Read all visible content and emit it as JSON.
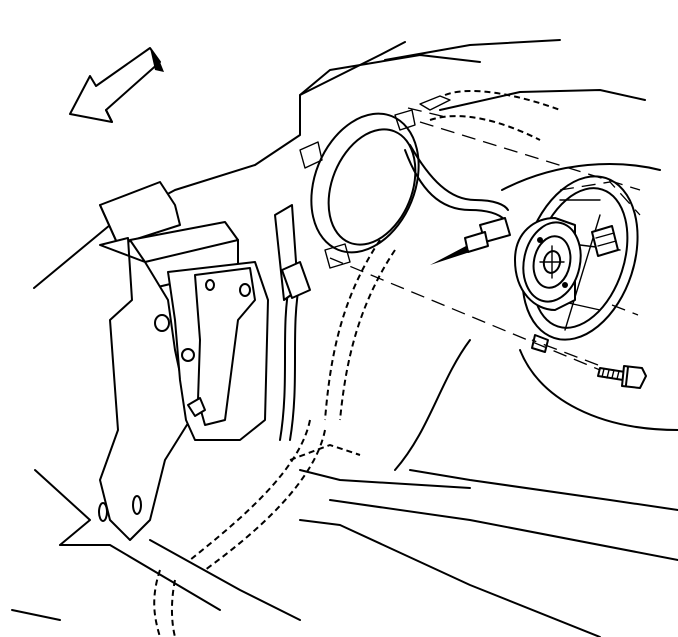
{
  "diagram": {
    "type": "exploded-assembly-illustration",
    "components": [
      "direction-arrow-icon",
      "vehicle-body-panel",
      "speaker-mounting-opening",
      "speaker",
      "speaker-bolt",
      "speaker-electrical-connector",
      "wiring-harness",
      "mounting-bracket"
    ],
    "colors": {
      "line": "#000000",
      "background": "#ffffff"
    }
  }
}
